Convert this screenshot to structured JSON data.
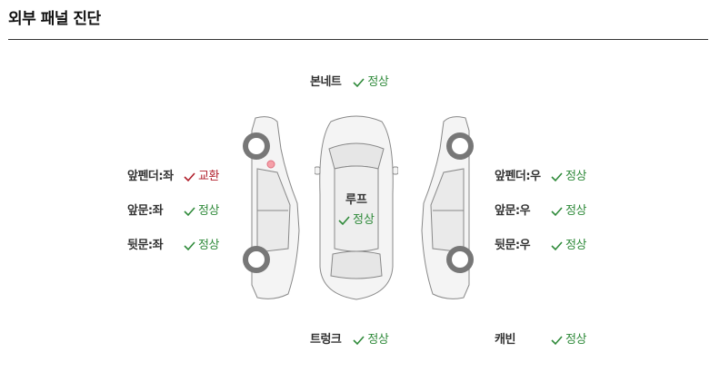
{
  "section_title": "외부 패널 진단",
  "colors": {
    "ok": "#2f8a3a",
    "bad": "#b01e2a",
    "damage_marker": "#f5a0a8"
  },
  "parts": {
    "bonnet": {
      "name": "본네트",
      "status": "정상",
      "state": "ok"
    },
    "front_fender_left": {
      "name": "앞펜더:좌",
      "status": "교환",
      "state": "bad"
    },
    "front_door_left": {
      "name": "앞문:좌",
      "status": "정상",
      "state": "ok"
    },
    "rear_door_left": {
      "name": "뒷문:좌",
      "status": "정상",
      "state": "ok"
    },
    "roof": {
      "name": "루프",
      "status": "정상",
      "state": "ok"
    },
    "front_fender_right": {
      "name": "앞펜더:우",
      "status": "정상",
      "state": "ok"
    },
    "front_door_right": {
      "name": "앞문:우",
      "status": "정상",
      "state": "ok"
    },
    "rear_door_right": {
      "name": "뒷문:우",
      "status": "정상",
      "state": "ok"
    },
    "trunk": {
      "name": "트렁크",
      "status": "정상",
      "state": "ok"
    },
    "cabin": {
      "name": "캐빈",
      "status": "정상",
      "state": "ok"
    }
  },
  "icons": {
    "ok": "check-icon",
    "bad": "check-icon"
  }
}
